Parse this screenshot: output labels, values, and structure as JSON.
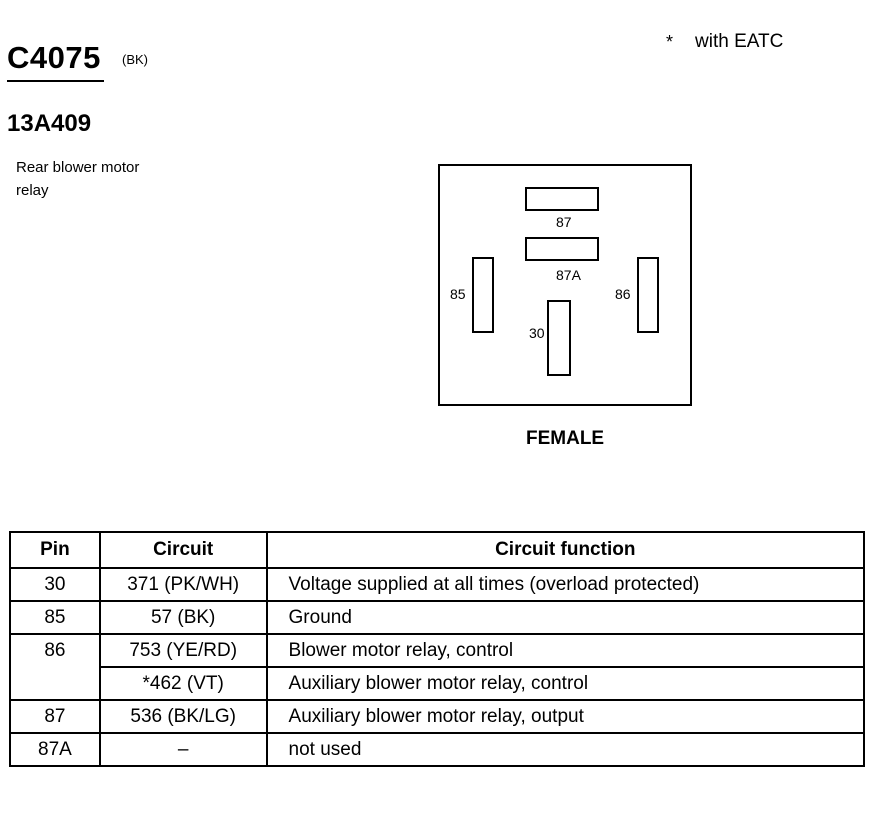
{
  "header": {
    "connector_id": "C4075",
    "connector_color": "(BK)",
    "component_id": "13A409",
    "component_desc": "Rear blower motor relay",
    "footnote_symbol": "*",
    "footnote_text": "with EATC"
  },
  "diagram": {
    "view": "FEMALE",
    "pins": {
      "p87": "87",
      "p87a": "87A",
      "p85": "85",
      "p86": "86",
      "p30": "30"
    }
  },
  "table": {
    "headers": {
      "pin": "Pin",
      "circuit": "Circuit",
      "function": "Circuit function"
    },
    "rows": [
      {
        "pin": "30",
        "circuit": "371 (PK/WH)",
        "function": "Voltage supplied at all times (overload protected)"
      },
      {
        "pin": "85",
        "circuit": "57 (BK)",
        "function": "Ground"
      },
      {
        "pin": "86",
        "circuit": "753 (YE/RD)",
        "function": "Blower motor relay, control"
      },
      {
        "pin": "",
        "circuit": "*462 (VT)",
        "function": "Auxiliary blower motor relay, control"
      },
      {
        "pin": "87",
        "circuit": "536 (BK/LG)",
        "function": "Auxiliary blower motor relay, output"
      },
      {
        "pin": "87A",
        "circuit": "–",
        "function": "not used"
      }
    ]
  }
}
